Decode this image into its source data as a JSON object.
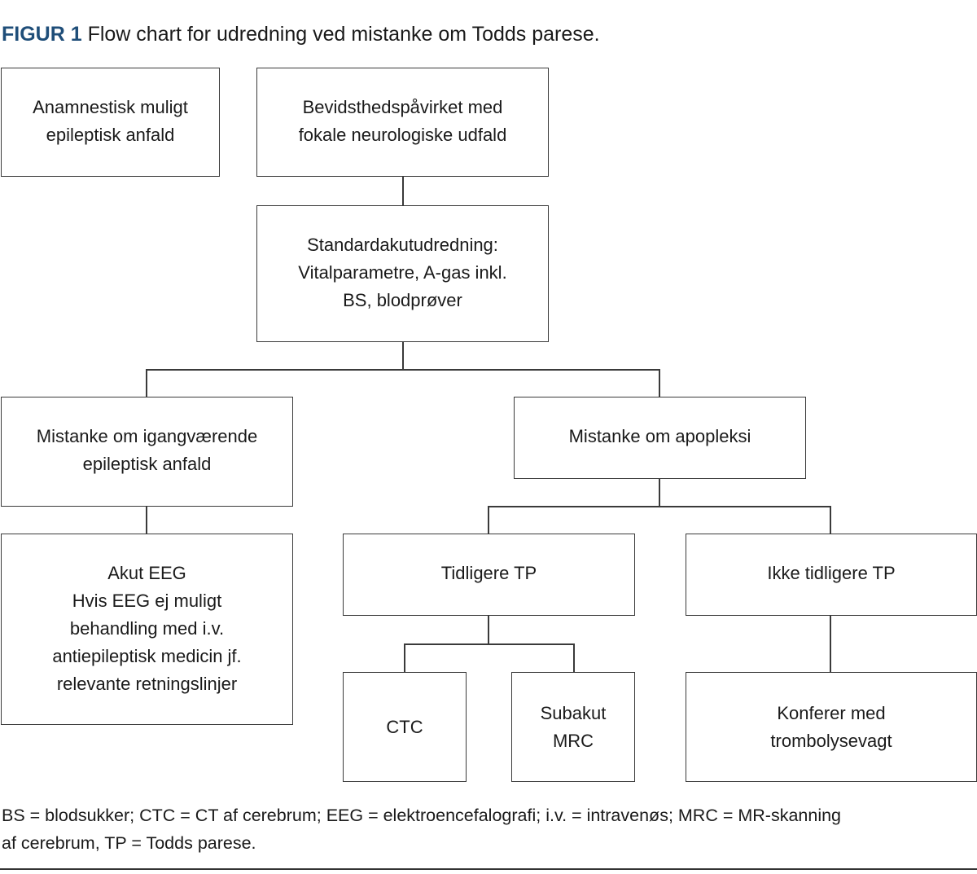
{
  "figure": {
    "label": "FIGUR 1",
    "caption": "Flow chart for udredning ved mistanke om Todds parese."
  },
  "nodes": {
    "anamnestic": [
      "Anamnestisk muligt",
      "epileptisk anfald"
    ],
    "consciousness": [
      "Bevidsthedspåvirket med",
      "fokale neurologiske udfald"
    ],
    "standard": [
      "Standardakutudredning:",
      "Vitalparametre, A-gas inkl.",
      "BS, blodprøver"
    ],
    "seizure_suspicion": [
      "Mistanke om igangværende",
      "epileptisk anfald"
    ],
    "stroke_suspicion": [
      "Mistanke om apopleksi"
    ],
    "acute_eeg": [
      "Akut EEG",
      "Hvis EEG ej muligt",
      "behandling med i.v.",
      "antiepileptisk medicin jf.",
      "relevante retningslinjer"
    ],
    "previous_tp": [
      "Tidligere TP"
    ],
    "no_previous_tp": [
      "Ikke tidligere TP"
    ],
    "ctc": [
      "CTC"
    ],
    "subacute_mrc": [
      "Subakut",
      "MRC"
    ],
    "confer": [
      "Konferer med",
      "trombolysevagt"
    ]
  },
  "footnote": "BS = blodsukker; CTC = CT af cerebrum; EEG = elektroencefalografi; i.v. = intravenøs; MRC = MR-skanning\naf cerebrum, TP = Todds parese."
}
